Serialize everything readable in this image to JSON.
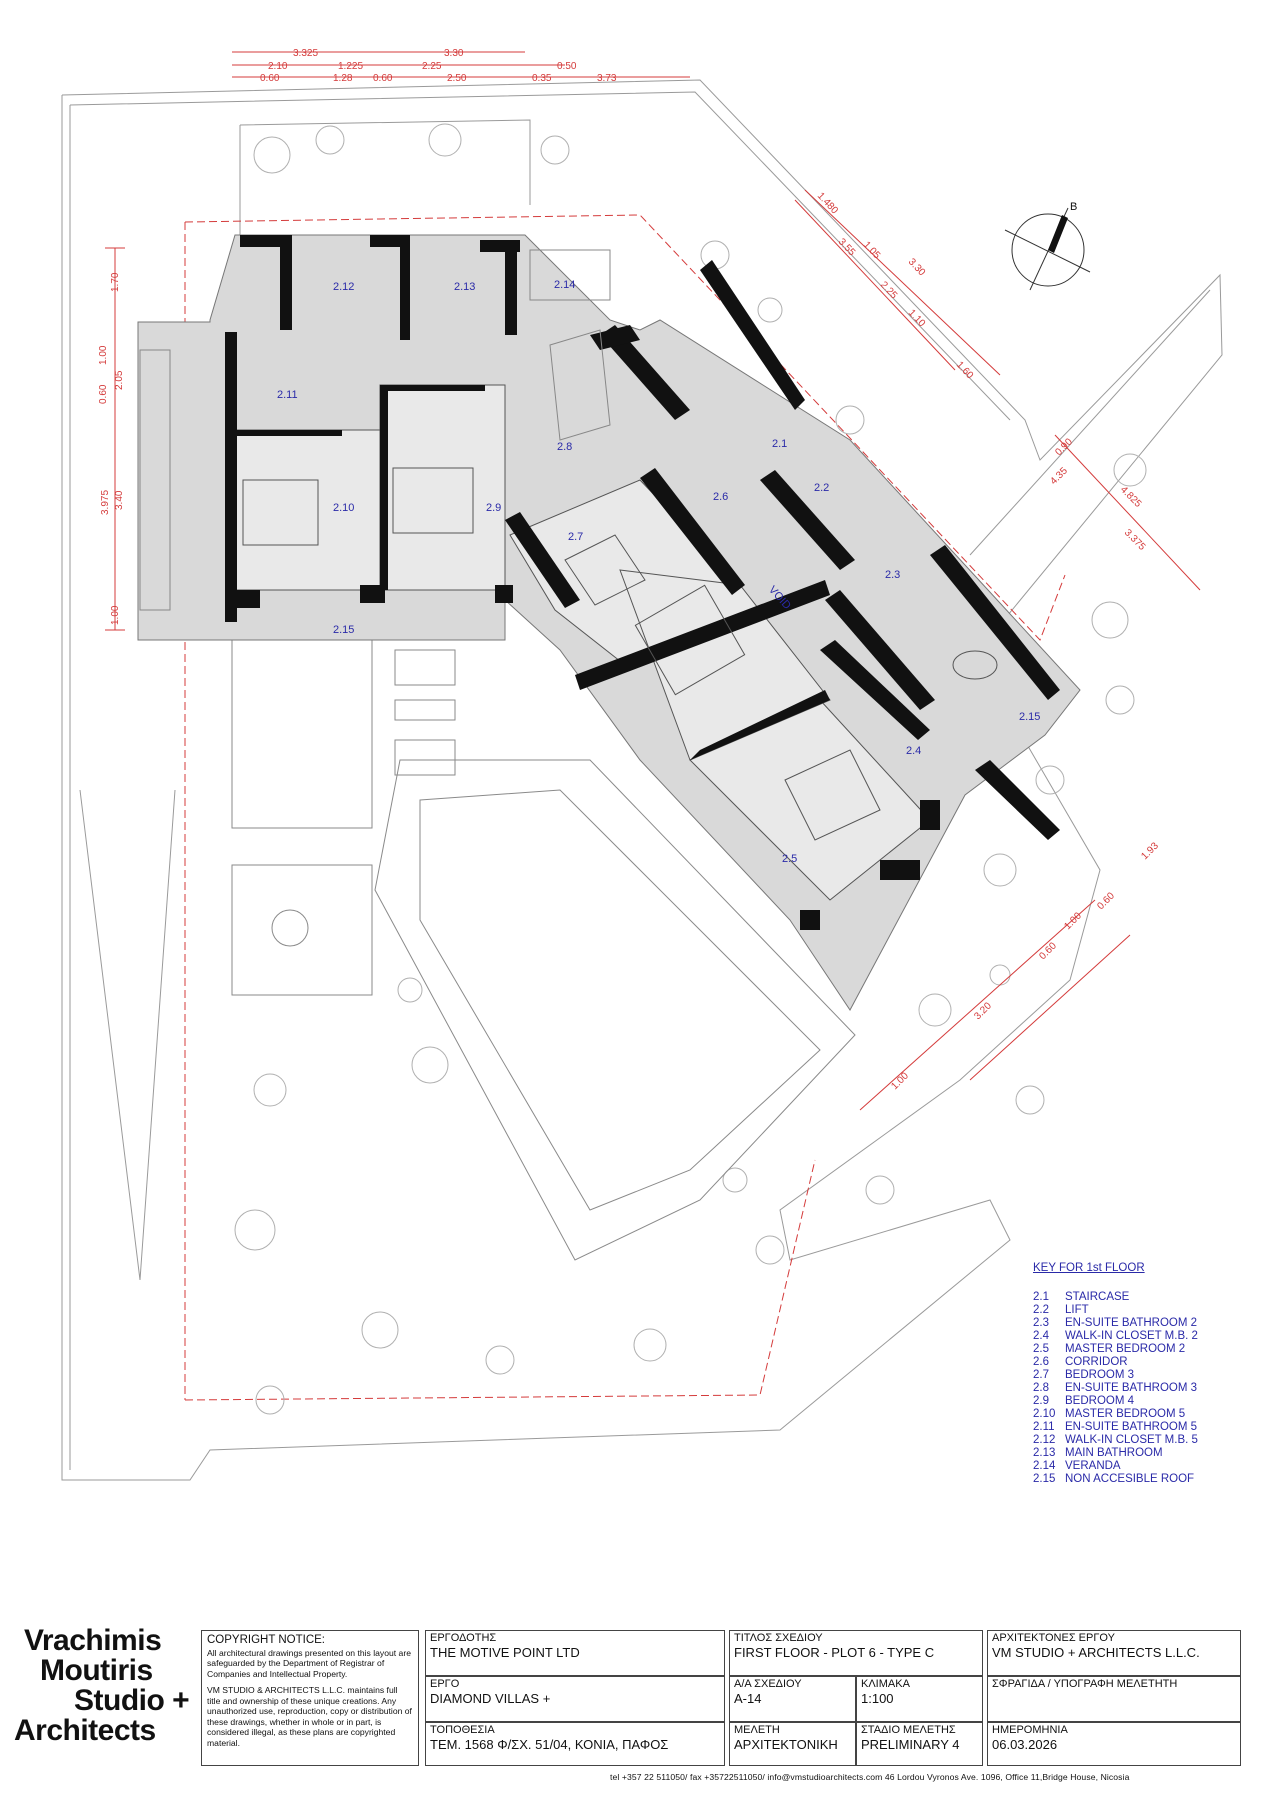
{
  "rooms": [
    {
      "id": "2.1"
    },
    {
      "id": "2.2"
    },
    {
      "id": "2.3"
    },
    {
      "id": "2.4"
    },
    {
      "id": "2.5"
    },
    {
      "id": "2.6"
    },
    {
      "id": "2.6b",
      "label": "2.6"
    },
    {
      "id": "2.7"
    },
    {
      "id": "2.8"
    },
    {
      "id": "2.9"
    },
    {
      "id": "2.10"
    },
    {
      "id": "2.11"
    },
    {
      "id": "2.12"
    },
    {
      "id": "2.13"
    },
    {
      "id": "2.14"
    },
    {
      "id": "2.15"
    },
    {
      "id": "2.15b",
      "label": "2.15"
    }
  ],
  "void_label": "VOID",
  "north_label": "B",
  "dimensions": {
    "top": [
      "3.325",
      "3.30",
      "2.10",
      "1.225",
      "2.25",
      "0.50",
      "0.60",
      "1.28",
      "0.60",
      "2.50",
      "0.35",
      "3.73"
    ],
    "left": [
      "1.70",
      "1.00",
      "2.05",
      "0.60",
      "3.975",
      "3.40",
      "1.00"
    ],
    "upper_right": [
      "1.480",
      "3.55",
      "1.05",
      "3.30",
      "2.25",
      "1.10",
      "1.60"
    ],
    "right": [
      "0.90",
      "4.35",
      "4.825",
      "3.375"
    ],
    "lower_right": [
      "1.93",
      "0.60",
      "1.00",
      "0.60",
      "3.20",
      "1.00"
    ]
  },
  "key": {
    "title": "KEY FOR 1st FLOOR",
    "items": [
      {
        "no": "2.1",
        "name": "STAIRCASE"
      },
      {
        "no": "2.2",
        "name": "LIFT"
      },
      {
        "no": "2.3",
        "name": "EN-SUITE BATHROOM 2"
      },
      {
        "no": "2.4",
        "name": "WALK-IN CLOSET M.B. 2"
      },
      {
        "no": "2.5",
        "name": "MASTER BEDROOM 2"
      },
      {
        "no": "2.6",
        "name": "CORRIDOR"
      },
      {
        "no": "2.7",
        "name": "BEDROOM 3"
      },
      {
        "no": "2.8",
        "name": "EN-SUITE BATHROOM 3"
      },
      {
        "no": "2.9",
        "name": "BEDROOM 4"
      },
      {
        "no": "2.10",
        "name": "MASTER BEDROOM 5"
      },
      {
        "no": "2.11",
        "name": "EN-SUITE BATHROOM 5"
      },
      {
        "no": "2.12",
        "name": "WALK-IN CLOSET M.B. 5"
      },
      {
        "no": "2.13",
        "name": "MAIN BATHROOM"
      },
      {
        "no": "2.14",
        "name": "VERANDA"
      },
      {
        "no": "2.15",
        "name": "NON ACCESIBLE ROOF"
      }
    ]
  },
  "logo": {
    "line1": "Vrachimis",
    "line2": "Moutiris",
    "line3": "Studio +",
    "line4": "Architects"
  },
  "copyright": {
    "title": "COPYRIGHT NOTICE:",
    "p1": "All architectural drawings presented on this layout are safeguarded by the Department of Registrar of Companies and Intellectual Property.",
    "p2": "VM STUDIO & ARCHITECTS L.L.C. maintains full title and ownership of these unique creations. Any unauthorized use, reproduction, copy or distribution of these drawings, whether in whole or in part, is considered illegal, as these plans are copyrighted material."
  },
  "title_block": {
    "client_caption": "ΕΡΓΟΔΟΤΗΣ",
    "client": "THE MOTIVE POINT LTD",
    "project_caption": "ΕΡΓΟ",
    "project": "DIAMOND VILLAS +",
    "location_caption": "ΤΟΠΟΘΕΣΙΑ",
    "location": "ΤΕΜ. 1568 Φ/ΣΧ. 51/04, ΚΟΝΙΑ, ΠΑΦΟΣ",
    "drawing_title_caption": "ΤΙΤΛΟΣ ΣΧΕΔΙΟΥ",
    "drawing_title": "FIRST FLOOR - PLOT 6 - TYPE C",
    "drawing_no_caption": "Α/Α ΣΧΕΔΙΟΥ",
    "drawing_no": "A-14",
    "scale_caption": "ΚΛΙΜΑΚΑ",
    "scale": "1:100",
    "study_caption": "ΜΕΛΕΤΗ",
    "study": "ΑΡΧΙΤΕΚΤΟΝΙΚΗ",
    "stage_caption": "ΣΤΑΔΙΟ ΜΕΛΕΤΗΣ",
    "stage": "PRELIMINARY 4",
    "architects_caption": "ΑΡΧΙΤΕΚΤΟΝΕΣ ΕΡΓΟΥ",
    "architects": "VM STUDIO + ARCHITECTS L.L.C.",
    "stamp_caption": "ΣΦΡΑΓΙΔΑ / ΥΠΟΓΡΑΦΗ ΜΕΛΕΤΗΤΗ",
    "date_caption": "ΗΜΕΡΟΜΗΝΙΑ",
    "date": "06.03.2026"
  },
  "contact": "tel +357 22 511050/ fax +35722511050/ info@vmstudioarchitects.com 46 Lordou Vyronos Ave. 1096, Office 11,Bridge House, Nicosia"
}
